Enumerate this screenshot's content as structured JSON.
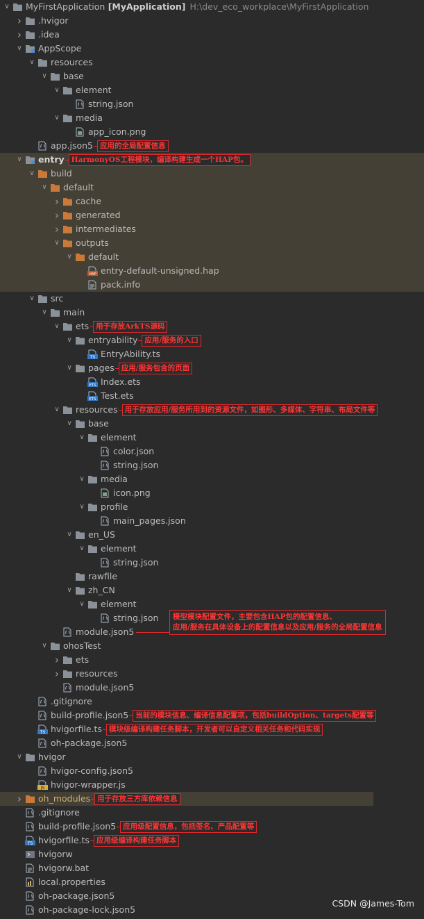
{
  "project": {
    "name": "MyFirstApplication",
    "module_label": "[MyApplication]",
    "path": "H:\\dev_eco_workplace\\MyFirstApplication"
  },
  "tree": [
    {
      "label": "MyFirstApplication",
      "depth": 0,
      "arrow": "down",
      "icon": "folder",
      "root": true
    },
    {
      "label": ".hvigor",
      "depth": 1,
      "arrow": "right",
      "icon": "folder"
    },
    {
      "label": ".idea",
      "depth": 1,
      "arrow": "right",
      "icon": "folder"
    },
    {
      "label": "AppScope",
      "depth": 1,
      "arrow": "down",
      "icon": "folder-module"
    },
    {
      "label": "resources",
      "depth": 2,
      "arrow": "down",
      "icon": "folder"
    },
    {
      "label": "base",
      "depth": 3,
      "arrow": "down",
      "icon": "folder"
    },
    {
      "label": "element",
      "depth": 4,
      "arrow": "down",
      "icon": "folder"
    },
    {
      "label": "string.json",
      "depth": 5,
      "icon": "json"
    },
    {
      "label": "media",
      "depth": 4,
      "arrow": "down",
      "icon": "folder"
    },
    {
      "label": "app_icon.png",
      "depth": 5,
      "icon": "image"
    },
    {
      "label": "app.json5",
      "depth": 2,
      "icon": "json",
      "annotation": "应用的全局配置信息"
    },
    {
      "label": "entry",
      "depth": 1,
      "arrow": "down",
      "icon": "folder-module",
      "bold": true,
      "annotation": "HarmonyOS工程模块，编译构建生成一个HAP包。",
      "highlight": true
    },
    {
      "label": "build",
      "depth": 2,
      "arrow": "down",
      "icon": "folder-orange",
      "highlight": true
    },
    {
      "label": "default",
      "depth": 3,
      "arrow": "down",
      "icon": "folder-orange",
      "highlight": true
    },
    {
      "label": "cache",
      "depth": 4,
      "arrow": "right",
      "icon": "folder-orange",
      "highlight": true
    },
    {
      "label": "generated",
      "depth": 4,
      "arrow": "right",
      "icon": "folder-orange",
      "highlight": true
    },
    {
      "label": "intermediates",
      "depth": 4,
      "arrow": "right",
      "icon": "folder-orange",
      "highlight": true
    },
    {
      "label": "outputs",
      "depth": 4,
      "arrow": "down",
      "icon": "folder-orange",
      "highlight": true
    },
    {
      "label": "default",
      "depth": 5,
      "arrow": "down",
      "icon": "folder-orange",
      "highlight": true
    },
    {
      "label": "entry-default-unsigned.hap",
      "depth": 6,
      "icon": "hap",
      "highlight": true
    },
    {
      "label": "pack.info",
      "depth": 6,
      "icon": "file",
      "highlight": true
    },
    {
      "label": "src",
      "depth": 2,
      "arrow": "down",
      "icon": "folder"
    },
    {
      "label": "main",
      "depth": 3,
      "arrow": "down",
      "icon": "folder"
    },
    {
      "label": "ets",
      "depth": 4,
      "arrow": "down",
      "icon": "folder",
      "annotation": "用于存放ArkTS源码"
    },
    {
      "label": "entryability",
      "depth": 5,
      "arrow": "down",
      "icon": "folder",
      "annotation": "应用/服务的入口"
    },
    {
      "label": "EntryAbility.ts",
      "depth": 6,
      "icon": "ts"
    },
    {
      "label": "pages",
      "depth": 5,
      "arrow": "down",
      "icon": "folder",
      "annotation": "应用/服务包含的页面"
    },
    {
      "label": "Index.ets",
      "depth": 6,
      "icon": "ets"
    },
    {
      "label": "Test.ets",
      "depth": 6,
      "icon": "ets"
    },
    {
      "label": "resources",
      "depth": 4,
      "arrow": "down",
      "icon": "folder",
      "annotation": "用于存放应用/服务所用到的资源文件，如图形、多媒体、字符串、布局文件等"
    },
    {
      "label": "base",
      "depth": 5,
      "arrow": "down",
      "icon": "folder"
    },
    {
      "label": "element",
      "depth": 6,
      "arrow": "down",
      "icon": "folder"
    },
    {
      "label": "color.json",
      "depth": 7,
      "icon": "json"
    },
    {
      "label": "string.json",
      "depth": 7,
      "icon": "json"
    },
    {
      "label": "media",
      "depth": 6,
      "arrow": "down",
      "icon": "folder"
    },
    {
      "label": "icon.png",
      "depth": 7,
      "icon": "image"
    },
    {
      "label": "profile",
      "depth": 6,
      "arrow": "down",
      "icon": "folder"
    },
    {
      "label": "main_pages.json",
      "depth": 7,
      "icon": "json"
    },
    {
      "label": "en_US",
      "depth": 5,
      "arrow": "down",
      "icon": "folder"
    },
    {
      "label": "element",
      "depth": 6,
      "arrow": "down",
      "icon": "folder"
    },
    {
      "label": "string.json",
      "depth": 7,
      "icon": "json"
    },
    {
      "label": "rawfile",
      "depth": 5,
      "icon": "folder"
    },
    {
      "label": "zh_CN",
      "depth": 5,
      "arrow": "down",
      "icon": "folder"
    },
    {
      "label": "element",
      "depth": 6,
      "arrow": "down",
      "icon": "folder"
    },
    {
      "label": "string.json",
      "depth": 7,
      "icon": "json"
    },
    {
      "label": "module.json5",
      "depth": 4,
      "icon": "json",
      "annotation_multi": [
        "模型模块配置文件，主要包含HAP包的配置信息、",
        "应用/服务在具体设备上的配置信息以及应用/服务的全局配置信息"
      ]
    },
    {
      "label": "ohosTest",
      "depth": 3,
      "arrow": "down",
      "icon": "folder"
    },
    {
      "label": "ets",
      "depth": 4,
      "arrow": "right",
      "icon": "folder"
    },
    {
      "label": "resources",
      "depth": 4,
      "arrow": "right",
      "icon": "folder"
    },
    {
      "label": "module.json5",
      "depth": 4,
      "icon": "json"
    },
    {
      "label": ".gitignore",
      "depth": 2,
      "icon": "json"
    },
    {
      "label": "build-profile.json5",
      "depth": 2,
      "icon": "json",
      "annotation": "当前的模块信息、编译信息配置项，包括buildOption、targets配置等"
    },
    {
      "label": "hvigorfile.ts",
      "depth": 2,
      "icon": "ts",
      "annotation": "模块级编译构建任务脚本，开发者可以自定义相关任务和代码实现"
    },
    {
      "label": "oh-package.json5",
      "depth": 2,
      "icon": "json"
    },
    {
      "label": "hvigor",
      "depth": 1,
      "arrow": "down",
      "icon": "folder"
    },
    {
      "label": "hvigor-config.json5",
      "depth": 2,
      "icon": "json"
    },
    {
      "label": "hvigor-wrapper.js",
      "depth": 2,
      "icon": "js"
    },
    {
      "label": "oh_modules",
      "depth": 1,
      "arrow": "right",
      "icon": "folder-orange",
      "orange": true,
      "oh": true,
      "annotation": "用于存放三方库依赖信息"
    },
    {
      "label": ".gitignore",
      "depth": 1,
      "icon": "json"
    },
    {
      "label": "build-profile.json5",
      "depth": 1,
      "icon": "json",
      "annotation": "应用级配置信息，包括签名、产品配置等"
    },
    {
      "label": "hvigorfile.ts",
      "depth": 1,
      "icon": "ts",
      "annotation": "应用级编译构建任务脚本"
    },
    {
      "label": "hvigorw",
      "depth": 1,
      "icon": "exec"
    },
    {
      "label": "hvigorw.bat",
      "depth": 1,
      "icon": "file"
    },
    {
      "label": "local.properties",
      "depth": 1,
      "icon": "props"
    },
    {
      "label": "oh-package.json5",
      "depth": 1,
      "icon": "json"
    },
    {
      "label": "oh-package-lock.json5",
      "depth": 1,
      "icon": "json"
    }
  ],
  "watermark": "CSDN @James-Tom"
}
